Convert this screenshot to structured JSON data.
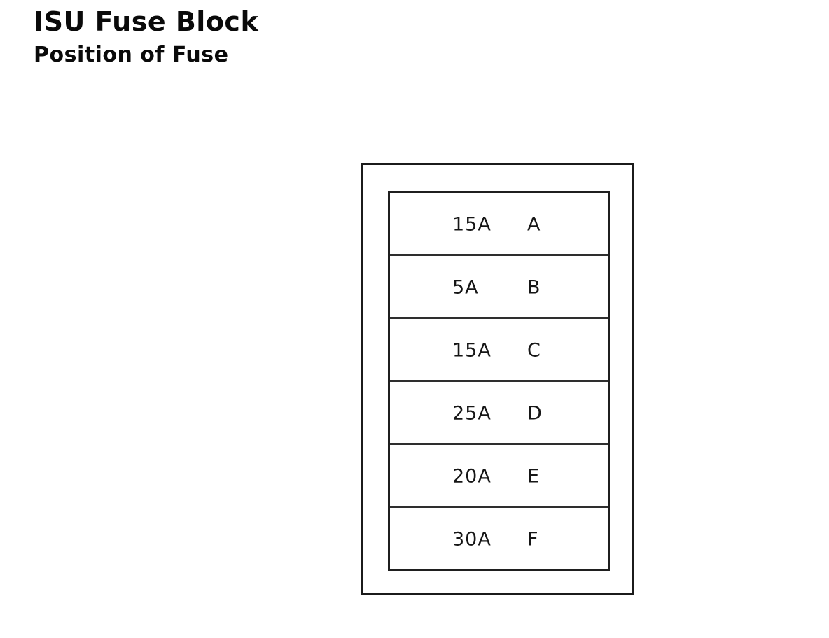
{
  "header": {
    "title": "ISU Fuse Block",
    "subtitle": "Position of Fuse"
  },
  "fuse_block": {
    "rows": [
      {
        "amp": "15A",
        "position": "A"
      },
      {
        "amp": "5A",
        "position": "B"
      },
      {
        "amp": "15A",
        "position": "C"
      },
      {
        "amp": "25A",
        "position": "D"
      },
      {
        "amp": "20A",
        "position": "E"
      },
      {
        "amp": "30A",
        "position": "F"
      }
    ]
  },
  "colors": {
    "ink": "#161616",
    "line": "#1b1b1b",
    "background": "#ffffff"
  }
}
